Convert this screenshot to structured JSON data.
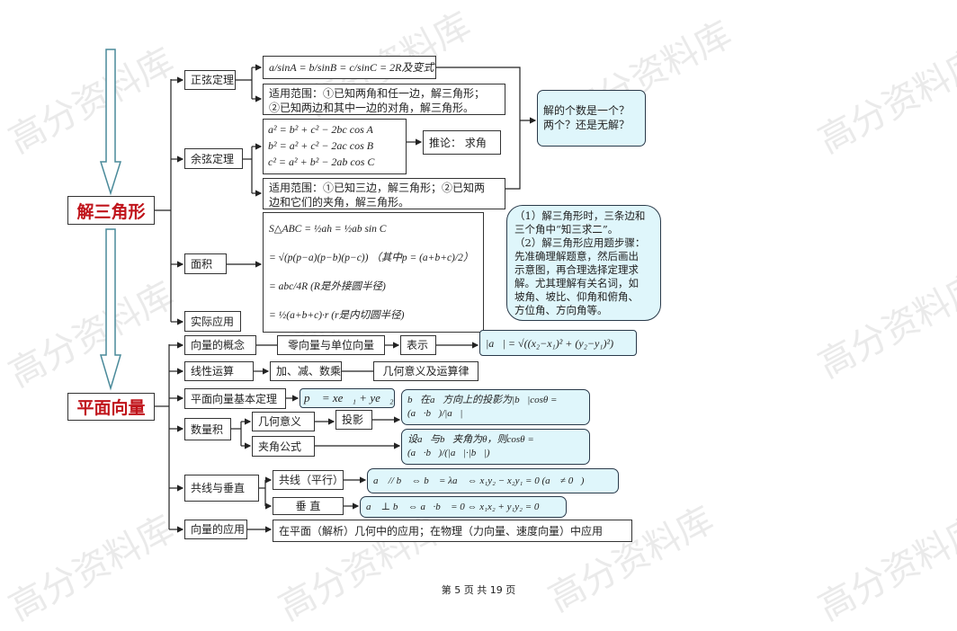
{
  "watermark": "高分资料库",
  "triangle": {
    "title": "解三角形",
    "sine": {
      "label": "正弦定理",
      "formula": "a/sinA = b/sinB = c/sinC = 2R及变式",
      "scope": [
        "适用范围：①已知两角和任一边，解三角形；",
        "②已知两边和其中一边的对角，解三角形。"
      ]
    },
    "cosine": {
      "label": "余弦定理",
      "formulas": [
        "a² = b² + c² − 2bc cos A",
        "b² = a² + c² − 2ac cos B",
        "c² = a² + b² − 2ab cos C"
      ],
      "corollary": "推论：  求角",
      "scope": [
        "适用范围：①已知三边，解三角形；②已知两",
        "边和它们的夹角，解三角形。"
      ]
    },
    "area": {
      "label": "面积",
      "formulas": [
        "S△ABC = ½ah = ½ab sin C",
        "= √(p(p−a)(p−b)(p−c)) （其中p = (a+b+c)/2）",
        "= abc/4R (R是外接圆半径)",
        "= ½(a+b+c)·r (r是内切圆半径)"
      ]
    },
    "practical": {
      "label": "实际应用"
    },
    "note1": [
      "解的个数是一个？",
      "两个？还是无解？"
    ],
    "note2": [
      "（1）解三角形时，三条边和",
      "三个角中“知三求二”。",
      "（2）解三角形应用题步骤：",
      "先准确理解题意，然后画出",
      "示意图，再合理选择定理求",
      "解。尤其理解有关名词，如",
      "坡角、坡比、仰角和俯角、",
      "方位角、方向角等。"
    ]
  },
  "vector": {
    "title": "平面向量",
    "concept": {
      "label": "向量的概念",
      "zero": "零向量与单位向量",
      "repr": "表示",
      "formula": "|a⃗| = √((x₂−x₁)² + (y₂−y₁)²)"
    },
    "linear": {
      "label": "线性运算",
      "ops": "加、减、数乘",
      "meaning": "几何意义及运算律"
    },
    "basic": {
      "label": "平面向量基本定理",
      "formula": "p⃗ = xe⃗₁ + ye⃗₂"
    },
    "dot": {
      "label": "数量积",
      "geo": "几何意义",
      "proj": "投影",
      "proj_formula": "b⃗在a⃗方向上的投影为|b⃗|cosθ = (a⃗·b⃗)/|a⃗|",
      "angle": "夹角公式",
      "angle_formula": "设a⃗与b⃗夹角为θ，则cosθ = (a⃗·b⃗)/(|a⃗|·|b⃗|)"
    },
    "colperp": {
      "label": "共线与垂直",
      "col": "共线（平行）",
      "col_formula": "a⃗ // b⃗ ⇔ b⃗ = λa⃗ ⇔ x₁y₂ − x₂y₁ = 0 (a⃗ ≠ 0⃗)",
      "perp": "垂 直",
      "perp_formula": "a⃗ ⊥ b⃗ ⇔ a⃗·b⃗ = 0 ⇔ x₁x₂ + y₁y₂ = 0"
    },
    "app": {
      "label": "向量的应用",
      "text": "在平面（解析）几何中的应用；在物理（力向量、速度向量）中应用"
    }
  },
  "footer": "第 5 页 共 19 页"
}
